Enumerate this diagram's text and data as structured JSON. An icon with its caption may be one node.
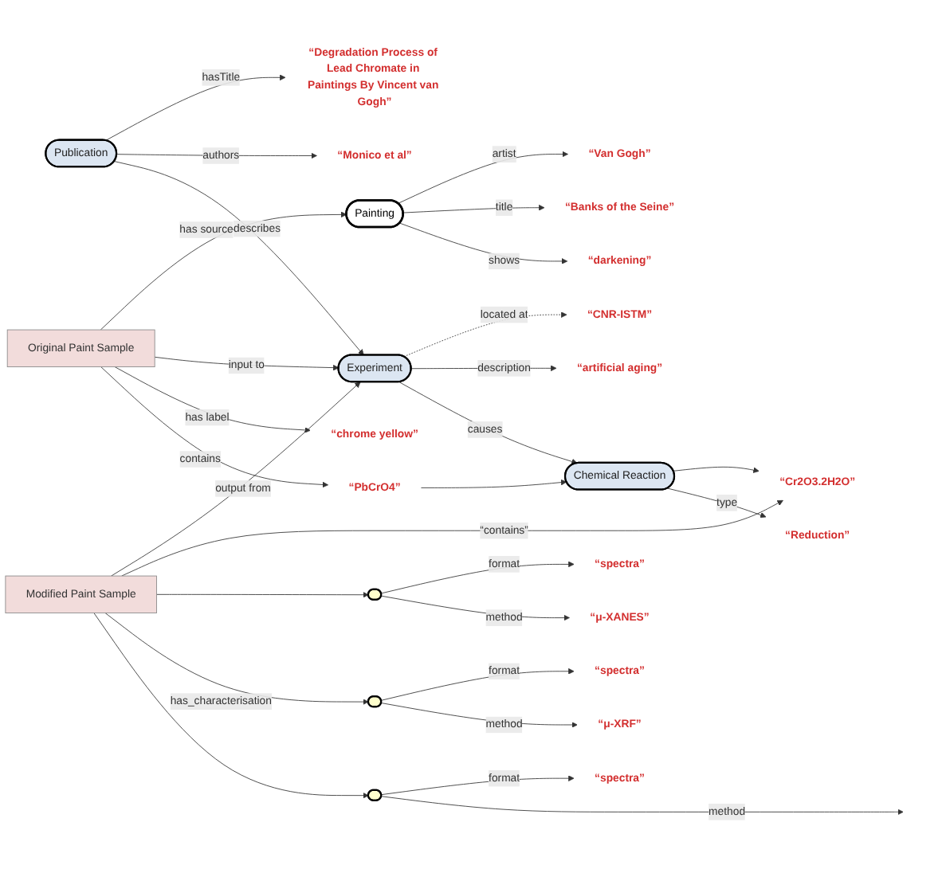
{
  "diagram": {
    "nodes": [
      {
        "text": [
          "Painting"
        ]
      },
      {
        "text": [
          "“Van Gogh”"
        ]
      },
      {
        "text": [
          "“Banks of the Seine”"
        ]
      },
      {
        "text": [
          "“darkening”"
        ]
      },
      {
        "text": [
          "“Degradation Process of Lead Chromate in Paintings By Vincent van Gogh”"
        ]
      },
      {
        "text": [
          "Publication"
        ]
      },
      {
        "text": [
          "“Monico et al”"
        ]
      },
      {
        "text": [
          "Original Paint Sample"
        ]
      },
      {
        "text": [
          "Experiment"
        ]
      },
      {
        "text": [
          "“CNR-ISTM”"
        ]
      },
      {
        "text": [
          "“artificial aging”"
        ]
      },
      {
        "text": [
          "“chrome yellow”"
        ]
      },
      {
        "text": [
          "“PbCrO4”"
        ]
      },
      {
        "text": [
          "Modified Paint Sample"
        ]
      },
      {
        "text": [
          "Chemical Reaction"
        ]
      },
      {
        "text": [
          "“Cr2O3.2H2O”"
        ]
      },
      {
        "text": [
          "“Reduction”"
        ]
      },
      {
        "text": [],
        "shape": "ellipse"
      },
      {
        "text": [],
        "shape": "ellipse"
      },
      {
        "text": [],
        "shape": "ellipse"
      },
      {
        "text": [
          "“spectra”"
        ]
      },
      {
        "text": [
          "“μ-XANES”"
        ]
      },
      {
        "text": [
          "“spectra”"
        ]
      },
      {
        "text": [
          "“μ-XRF”"
        ]
      },
      {
        "text": [
          "“spectra”"
        ]
      }
    ],
    "edges": [
      {
        "from": 0,
        "to": 1,
        "arrow": "to",
        "label": "artist"
      },
      {
        "from": 0,
        "to": 2,
        "arrow": "to",
        "label": "title"
      },
      {
        "from": 0,
        "to": 3,
        "arrow": "to",
        "label": "shows"
      },
      {
        "from": 5,
        "to": 4,
        "arrow": "to",
        "label": "hasTitle"
      },
      {
        "from": 5,
        "to": 6,
        "arrow": "to",
        "label": "authors"
      },
      {
        "from": 7,
        "to": 0,
        "arrow": "to",
        "label": "has source"
      },
      {
        "from": 5,
        "to": 8,
        "arrow": "to",
        "label": "describes"
      },
      {
        "from": 7,
        "to": 8,
        "arrow": "to",
        "label": "input to"
      },
      {
        "from": 8,
        "to": 9,
        "arrow": "to",
        "label": "located at",
        "style": "dashed"
      },
      {
        "from": 8,
        "to": 10,
        "arrow": "to",
        "label": "description"
      },
      {
        "from": 7,
        "to": 11,
        "arrow": "to",
        "label": "has label"
      },
      {
        "from": 7,
        "to": 12,
        "arrow": "to",
        "label": "contains"
      },
      {
        "from": 8,
        "to": 14,
        "arrow": "to",
        "label": "causes"
      },
      {
        "from": 13,
        "to": 8,
        "arrow": "to",
        "label": "output from"
      },
      {
        "from": 12,
        "to": 14,
        "arrow": "to"
      },
      {
        "from": 13,
        "to": 15,
        "arrow": "to",
        "label": "“contains”"
      },
      {
        "from": 14,
        "to": 15,
        "arrow": "to"
      },
      {
        "from": 14,
        "to": 16,
        "arrow": "to",
        "label": "type"
      },
      {
        "from": 13,
        "to": 17,
        "arrow": "to"
      },
      {
        "from": 13,
        "to": 18,
        "arrow": "to",
        "label": "has_characterisation"
      },
      {
        "from": 13,
        "to": 19,
        "arrow": "to"
      },
      {
        "from": 17,
        "to": 20,
        "arrow": "to",
        "label": "format"
      },
      {
        "from": 17,
        "to": 21,
        "arrow": "to",
        "label": "method"
      },
      {
        "from": 18,
        "to": 22,
        "arrow": "to",
        "label": "format"
      },
      {
        "from": 18,
        "to": 23,
        "arrow": "to",
        "label": "method"
      },
      {
        "from": 19,
        "to": 24,
        "arrow": "to",
        "label": "format"
      },
      {
        "from": 19,
        "to": null,
        "arrow": "to",
        "label": "method"
      }
    ]
  }
}
